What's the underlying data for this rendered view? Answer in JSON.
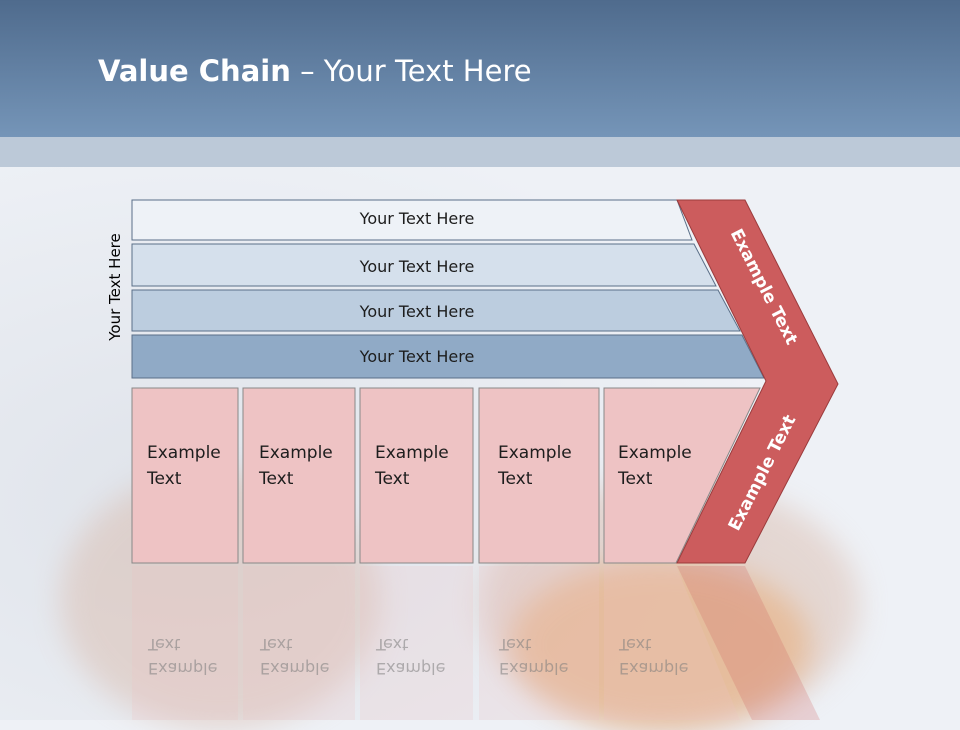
{
  "header": {
    "title_bold": "Value Chain",
    "title_rest": " – Your Text Here"
  },
  "left_label": "Your Text Here",
  "rows": [
    "Your Text Here",
    "Your Text Here",
    "Your Text Here",
    "Your Text Here"
  ],
  "boxes": [
    {
      "line1": "Example",
      "line2": "Text"
    },
    {
      "line1": "Example",
      "line2": "Text"
    },
    {
      "line1": "Example",
      "line2": "Text"
    },
    {
      "line1": "Example",
      "line2": "Text"
    },
    {
      "line1": "Example",
      "line2": "Text"
    }
  ],
  "arrow": {
    "top_label": "Example Text",
    "bottom_label": "Example Text"
  },
  "colors": {
    "header": "#6684a8",
    "row1": "#eef2f7",
    "row2": "#d5e0ec",
    "row3": "#bccddf",
    "row4": "#90aac6",
    "box": "#eec3c4",
    "arrow": "#cc5c5d"
  }
}
